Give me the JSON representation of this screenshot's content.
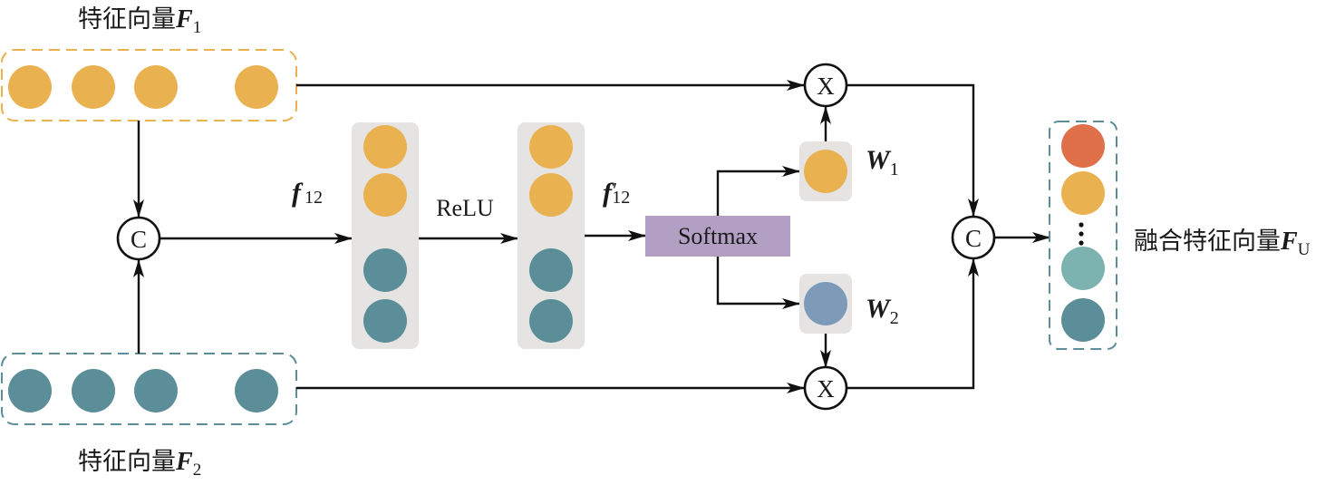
{
  "diagram": {
    "title": "Feature fusion with softmax attention weights",
    "colors": {
      "orange": "#e9b14f",
      "teal": "#5b8e98",
      "light_teal": "#7cb3b1",
      "red_orange": "#e0704a",
      "steel_blue": "#7d9ab9",
      "softmax_fill": "#b39fc4",
      "panel_gray": "#e5e4e3",
      "line": "#111111"
    },
    "inputs": {
      "f1": {
        "label_prefix": "特征向量",
        "label_var": "F",
        "label_sub": "1"
      },
      "f2": {
        "label_prefix": "特征向量",
        "label_var": "F",
        "label_sub": "2"
      }
    },
    "ops": {
      "concat_symbol": "C",
      "multiply_symbol": "X",
      "softmax_label": "Softmax",
      "relu_label": "ReLU"
    },
    "edges": {
      "f12_var": "f",
      "f12_sub": "12",
      "f12p_var": "f",
      "f12p_prime": "′",
      "f12p_sub": "12"
    },
    "weights": {
      "w1_var": "W",
      "w1_sub": "1",
      "w2_var": "W",
      "w2_sub": "2"
    },
    "output": {
      "label_prefix": "融合特征向量",
      "label_var": "F",
      "label_sub": "U",
      "ellipsis": "⋮"
    }
  }
}
